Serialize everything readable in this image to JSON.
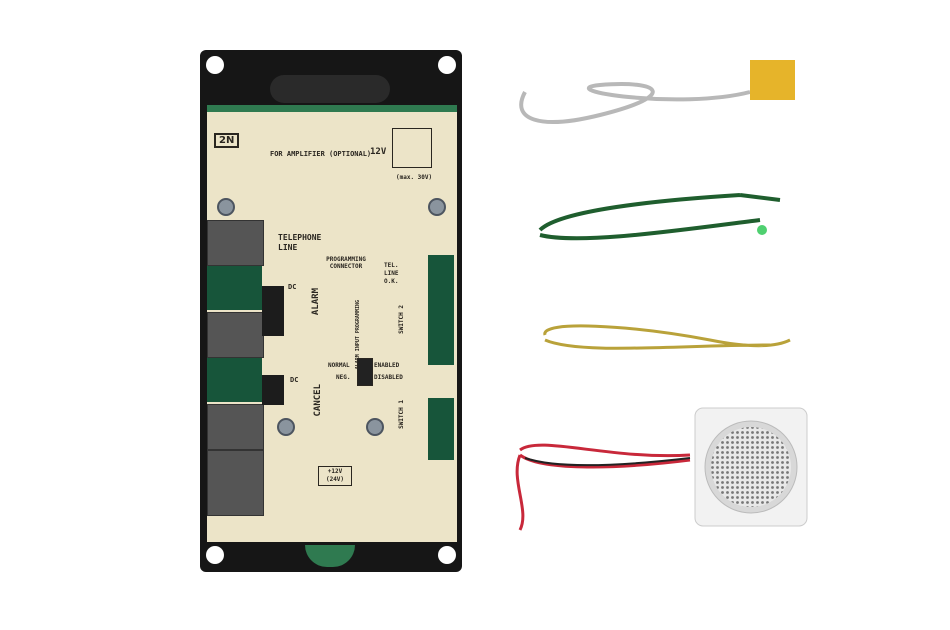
{
  "board": {
    "logo": "2N",
    "amplifier_label": "FOR AMPLIFIER (OPTIONAL)",
    "voltage_label": "12V",
    "max_voltage_label": "(max. 30V)",
    "telephone_line_label": "TELEPHONE LINE",
    "programming_connector_label": "PROGRAMMING CONNECTOR",
    "alarm_label": "ALARM",
    "dc_label": "DC",
    "tel_line_ok_label": "TEL. LINE O.K.",
    "switch2_label": "SWITCH 2",
    "alarm_input_programming_label": "ALARM INPUT PROGRAMMING",
    "normal_label": "NORMAL",
    "neg_label": "NEG.",
    "enabled_label": "ENABLED",
    "disabled_label": "DISABLED",
    "cancel_label": "CANCEL",
    "switch1_label": "SWITCH 1",
    "power_label": "+12V (24V)"
  },
  "colors": {
    "pcb": "#ece4c8",
    "frame": "#161616",
    "cable_grey": "#b8b8b8",
    "cable_green": "#1f5e2e",
    "cable_yellow": "#b9a23a",
    "cable_red": "#c8283a"
  }
}
